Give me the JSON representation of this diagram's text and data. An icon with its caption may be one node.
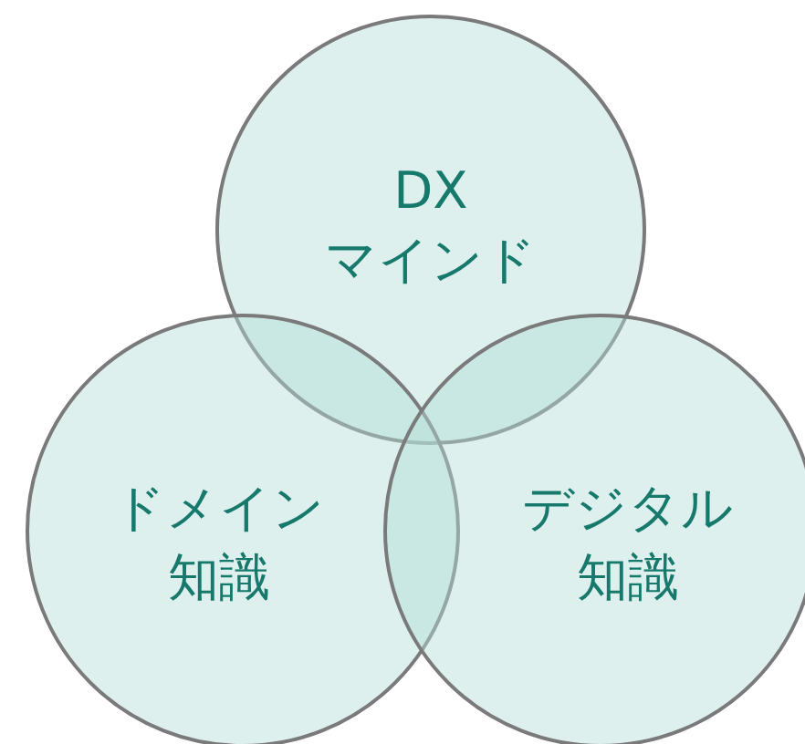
{
  "diagram": {
    "nodes": [
      {
        "text": [
          "DX マインド"
        ]
      },
      {
        "text": [
          "ドメイン知識"
        ]
      },
      {
        "text": [
          "デジタル知識"
        ]
      }
    ]
  }
}
